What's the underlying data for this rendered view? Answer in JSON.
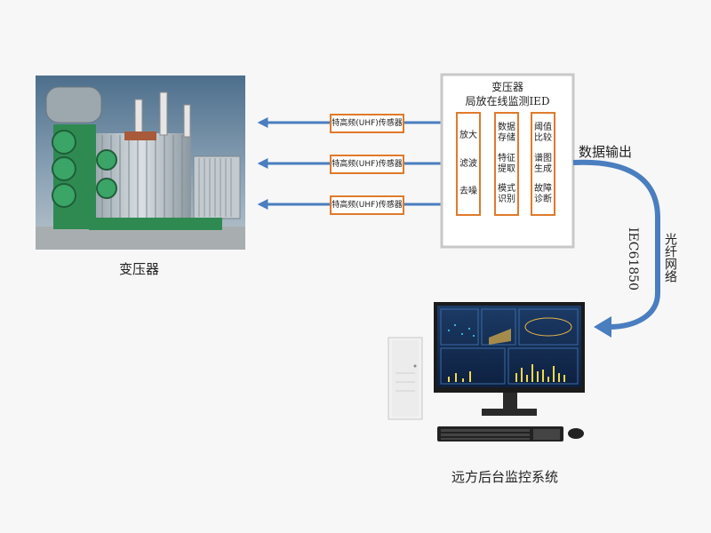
{
  "transformer": {
    "caption": "变压器"
  },
  "sensors": [
    {
      "label": "特高频(UHF)传感器"
    },
    {
      "label": "特高频(UHF)传感器"
    },
    {
      "label": "特高频(UHF)传感器"
    }
  ],
  "ied": {
    "title_line1": "变压器",
    "title_line2": "局放在线监测IED",
    "modules": [
      {
        "items": [
          "放大",
          "滤波",
          "去噪"
        ]
      },
      {
        "items": [
          "数据存储",
          "特征提取",
          "模式识别"
        ]
      },
      {
        "items": [
          "阈值比较",
          "谱图生成",
          "故障诊断"
        ]
      }
    ]
  },
  "output": {
    "label": "数据输出",
    "network_label": "光纤网络",
    "protocol_label": "IEC61850"
  },
  "backend": {
    "caption": "远方后台监控系统"
  },
  "colors": {
    "arrow_blue": "#4a7ebf",
    "module_orange": "#e07a2c",
    "panel_gray": "#c8c8c8",
    "transformer_green": "#2f8a52"
  }
}
